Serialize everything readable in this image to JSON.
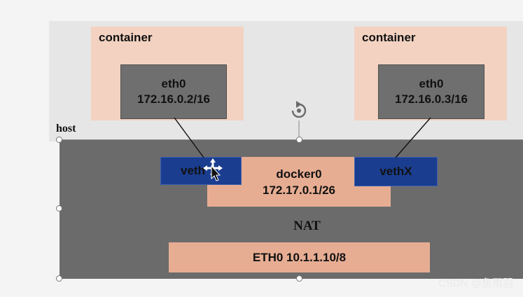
{
  "host": {
    "label": "host"
  },
  "containers": [
    {
      "title": "container",
      "iface": "eth0",
      "ip": "172.16.0.2/16"
    },
    {
      "title": "container",
      "iface": "eth0",
      "ip": "172.16.0.3/16"
    }
  ],
  "bridge": {
    "name": "docker0",
    "ip": "172.17.0.1/26"
  },
  "veths": [
    {
      "label": "veth"
    },
    {
      "label": "vethX"
    }
  ],
  "nat": {
    "label": "NAT"
  },
  "host_iface": {
    "label": "ETH0 10.1.1.10/8"
  },
  "watermark": {
    "text": "CSDN @鱼雨羽"
  },
  "icons": {
    "rotate": "rotate-handle-icon",
    "move": "move-cursor-icon"
  },
  "colors": {
    "container_fill": "#f3d2c1",
    "eth_fill": "#6f6f6f",
    "host_fill": "#6b6b6b",
    "bridge_fill": "#e7ad93",
    "veth_fill": "#1a3d8f"
  }
}
